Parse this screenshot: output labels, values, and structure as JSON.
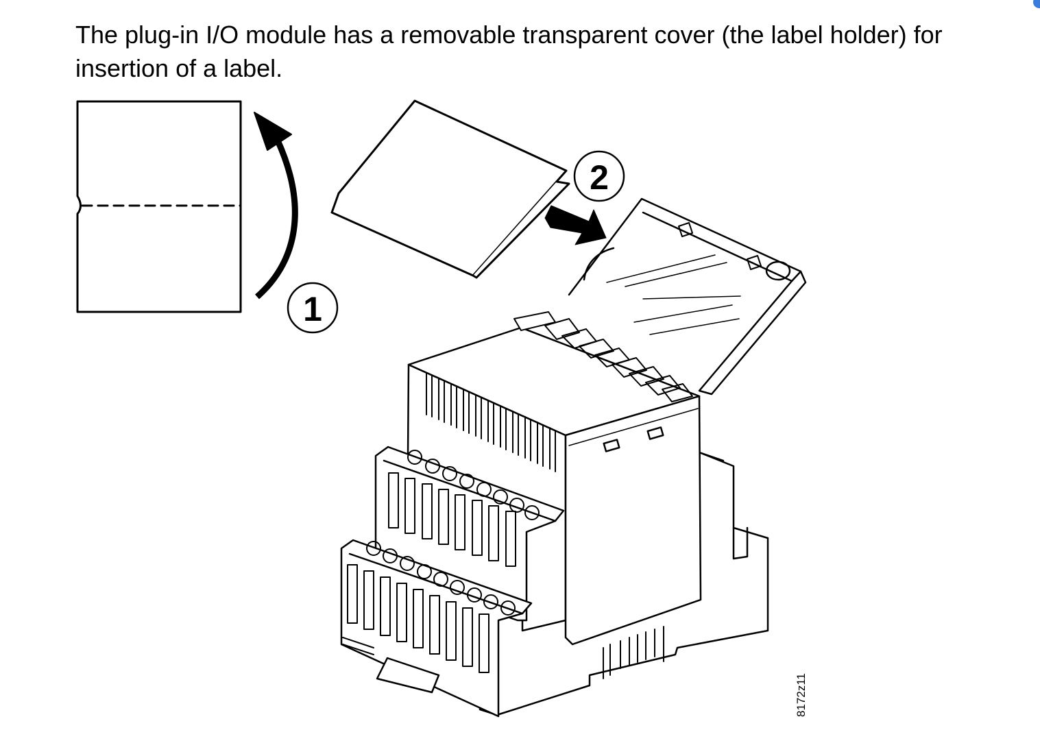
{
  "document": {
    "intro_text": "The plug-in I/O module has a removable transparent cover (the label holder) for insertion of a label."
  },
  "figure": {
    "step_1_label": "1",
    "step_2_label": "2",
    "figure_id": "8172z11"
  }
}
